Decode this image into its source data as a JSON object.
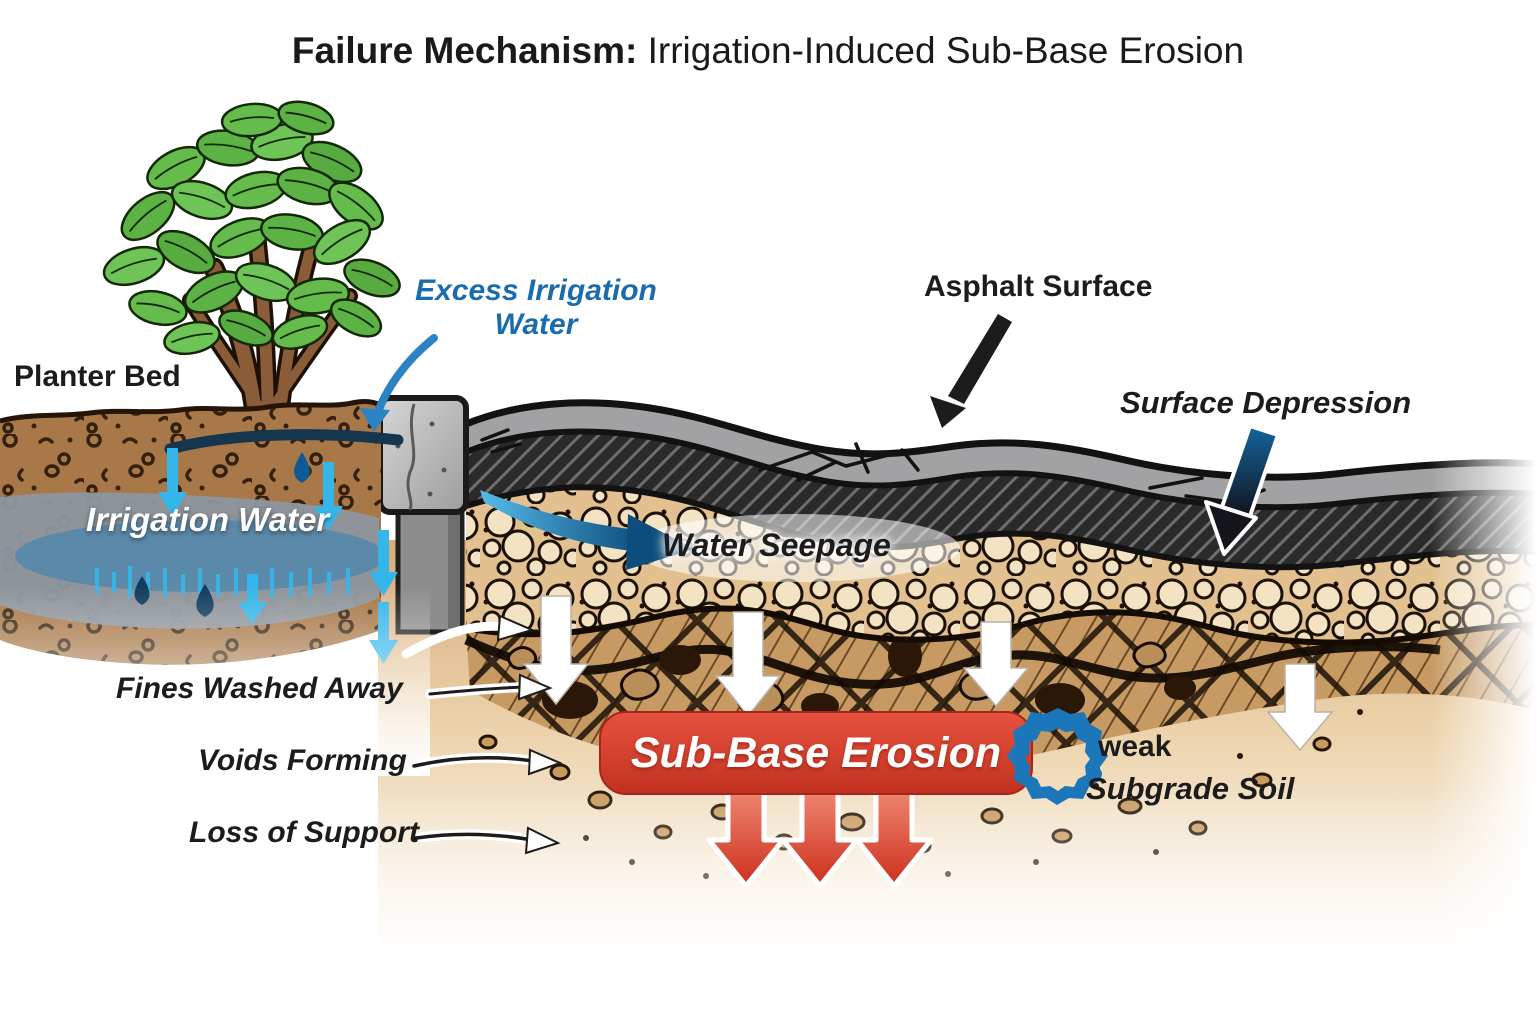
{
  "title": {
    "prefix": "Failure Mechanism:",
    "rest": " Irrigation-Induced Sub-Base Erosion"
  },
  "labels": {
    "planter_bed": "Planter Bed",
    "excess_irrigation_water": "Excess Irrigation Water",
    "asphalt_surface": "Asphalt Surface",
    "surface_depression": "Surface Depression",
    "irrigation_water": "Irrigation Water",
    "water_seepage": "Water Seepage",
    "fines_washed_away": "Fines Washed Away",
    "voids_forming": "Voids Forming",
    "loss_of_support": "Loss of Support",
    "sub_base_erosion": "Sub-Base Erosion",
    "weak": "weak",
    "subgrade_soil": "Subgrade Soil"
  },
  "colors": {
    "label_blue": "#1b6cad",
    "arrow_cyan": "#35b6ea",
    "water_navy": "#123c5e",
    "seepage_dark": "#0d4e7c",
    "banner_red": "#d13722",
    "red_arrow": "#d94330",
    "leaf_green": "#63b84a",
    "trunk_brown": "#8a5c38",
    "soil_brown": "#a87848",
    "saturated_gray": "#8d959d",
    "pool_blue": "#4f86ac",
    "gravel_tan": "#e9cfa4",
    "asphalt_light": "#a2a2a4",
    "asphalt_dark": "#262626",
    "curb_gray": "#bdbdbd",
    "subgrade_sand": "#dbb083",
    "void_icon_blue": "#1c76ba",
    "text_black": "#1c1c1c",
    "white_arrow": "#ffffff"
  }
}
